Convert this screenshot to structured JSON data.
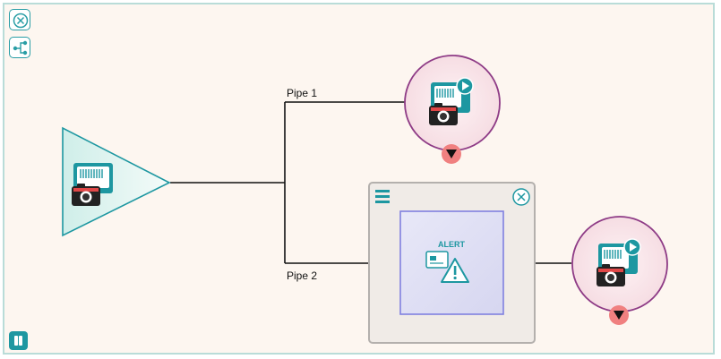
{
  "toolbar": {
    "close_icon": "close-circle-x-icon",
    "branch_icon": "pipeline-branch-icon",
    "pause_icon": "pause-icon"
  },
  "pipes": [
    {
      "label": "Pipe 1"
    },
    {
      "label": "Pipe 2"
    }
  ],
  "nodes": {
    "source": {
      "type": "source",
      "icon": "camera-feed-icon"
    },
    "sink_1": {
      "type": "sink",
      "icon": "camera-feed-play-icon",
      "status_icon": "dropdown-arrow-icon"
    },
    "sink_2": {
      "type": "sink",
      "icon": "camera-feed-play-icon",
      "status_icon": "dropdown-arrow-icon"
    },
    "filter": {
      "type": "filter",
      "label": "ALERT",
      "icon": "alert-card-warning-icon",
      "menu_icon": "hamburger-menu-icon",
      "close_icon": "close-circle-x-icon"
    }
  },
  "colors": {
    "canvas_bg": "#fdf6f0",
    "canvas_border": "#b9dcd8",
    "accent": "#1d97a1",
    "sink_border": "#8e3b86",
    "status_red": "#f08080",
    "filter_border": "#8080e0",
    "filter_bg": "#dcdcf4"
  }
}
